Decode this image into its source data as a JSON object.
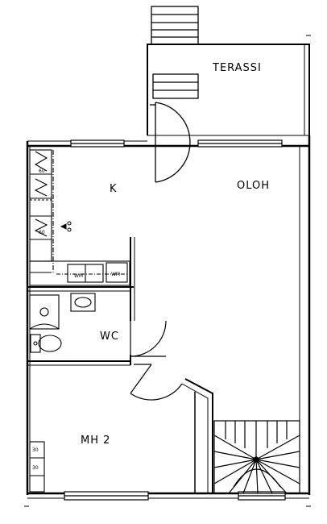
{
  "plan": {
    "rooms": {
      "terrace": "TERASSI",
      "kitchen": "K",
      "living": "OLOH",
      "wc": "WC",
      "bedroom": "MH 2"
    },
    "fixture_marks": {
      "wm": "WM",
      "wm2": "WM",
      "k60a": "60",
      "k60b": "60",
      "k30a": "30",
      "k30b": "30"
    }
  }
}
